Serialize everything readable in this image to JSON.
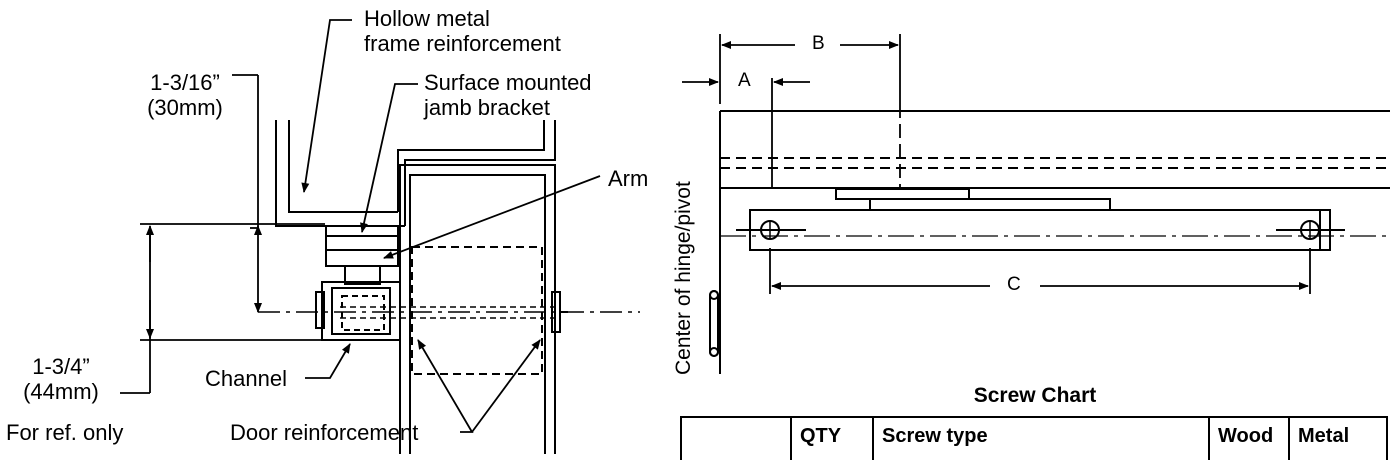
{
  "left_detail": {
    "hollow_metal_label": [
      "Hollow metal",
      "frame reinforcement"
    ],
    "surface_bracket_label": [
      "Surface mounted",
      "jamb bracket"
    ],
    "arm_label": "Arm",
    "channel_label": "Channel",
    "door_reinforcement_label": "Door reinforcement",
    "dim_top": [
      "1-3/16”",
      "(30mm)"
    ],
    "dim_bottom": [
      "1-3/4”",
      "(44mm)"
    ],
    "ref_note": "For ref. only"
  },
  "right_detail": {
    "hinge_label": "Center of hinge/pivot",
    "dim_a": "A",
    "dim_b": "B",
    "dim_c": "C"
  },
  "screw_chart": {
    "title": "Screw Chart",
    "columns": [
      "",
      "QTY",
      "Screw type",
      "Wood",
      "Metal"
    ]
  }
}
